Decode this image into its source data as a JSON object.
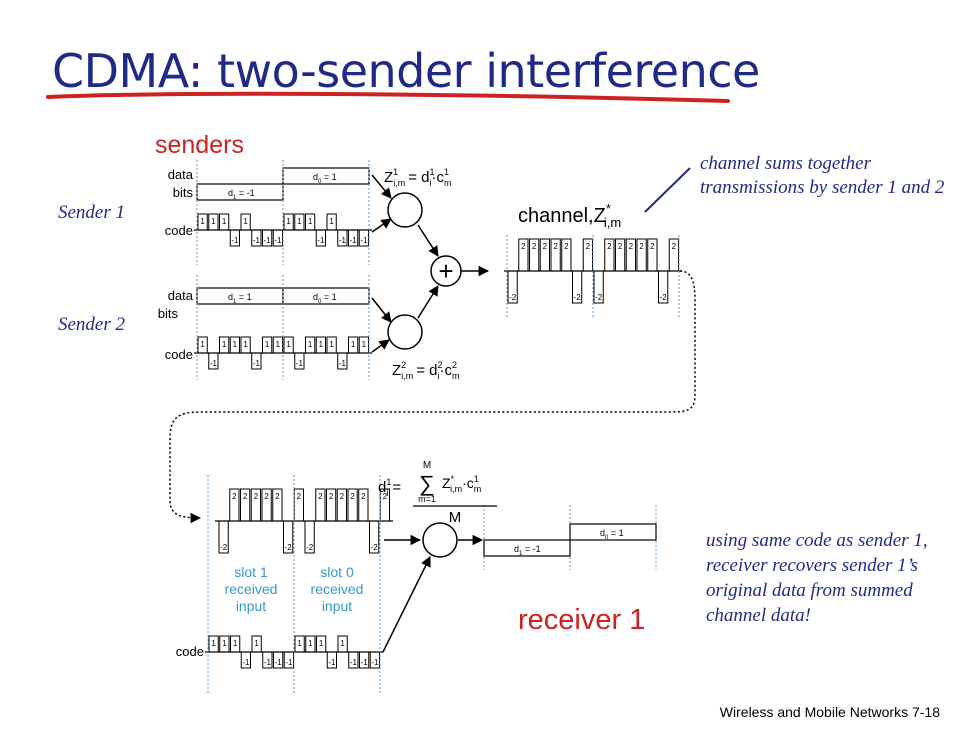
{
  "title": "CDMA: two-sender interference",
  "colors": {
    "title": "#1f2a88",
    "accent": "#cc2222",
    "slot_label": "#3399cc",
    "note": "#1f2a88",
    "underline": "#cc2222"
  },
  "senders_header": "senders",
  "receiver_header": "receiver 1",
  "sender1": {
    "label": "Sender 1",
    "data_label": "data",
    "bits_label": "bits",
    "code_label": "code",
    "bits": [
      {
        "name": "d",
        "sup": "1",
        "sub": "1",
        "value": "-1",
        "level": -1
      },
      {
        "name": "d",
        "sup": "1",
        "sub": "0",
        "value": "1",
        "level": 1
      }
    ],
    "code": [
      1,
      1,
      1,
      -1,
      1,
      -1,
      -1,
      -1
    ],
    "formula": {
      "lhs_base": "Z",
      "lhs_sup": "1",
      "lhs_sub": "i,m",
      "rhs": "= d",
      "d_sup": "1",
      "d_sub": "i",
      "dot": "·c",
      "c_sup": "1",
      "c_sub": "m"
    }
  },
  "sender2": {
    "label": "Sender 2",
    "data_label": "data",
    "bits_label": "bits",
    "code_label": "code",
    "bits": [
      {
        "name": "d",
        "sup": "2",
        "sub": "1",
        "value": "1",
        "level": 1
      },
      {
        "name": "d",
        "sup": "2",
        "sub": "0",
        "value": "1",
        "level": 1
      }
    ],
    "code": [
      1,
      -1,
      1,
      1,
      1,
      -1,
      1,
      1
    ],
    "formula": {
      "lhs_base": "Z",
      "lhs_sup": "2",
      "lhs_sub": "i,m",
      "rhs": "= d",
      "d_sup": "2",
      "d_sub": "i",
      "dot": "·c",
      "c_sup": "2",
      "c_sub": "m"
    }
  },
  "plus_symbol": "+",
  "channel": {
    "label": "channel,",
    "z": "Z",
    "z_sup": "*",
    "z_sub": "i,m",
    "values": [
      -2,
      2,
      2,
      2,
      2,
      2,
      -2,
      2
    ]
  },
  "receiver": {
    "slot_labels": [
      [
        "slot 1",
        "received",
        "input"
      ],
      [
        "slot 0",
        "received",
        "input"
      ]
    ],
    "code_label": "code",
    "code": [
      1,
      1,
      1,
      -1,
      1,
      -1,
      -1,
      -1
    ],
    "formula": {
      "lhs": "d",
      "lhs_sup": "1",
      "lhs_sub": "i",
      "eq": "=",
      "sum_top": "M",
      "sum_sym": "∑",
      "sum_bottom": "m=1",
      "term": "Z",
      "term_sup": "*",
      "term_sub": "i,m",
      "dot": "·c",
      "c_sup": "1",
      "c_sub": "m",
      "denominator": "M"
    },
    "bits": [
      {
        "name": "d",
        "sup": "1",
        "sub": "1",
        "value": "-1",
        "level": -1
      },
      {
        "name": "d",
        "sup": "1",
        "sub": "0",
        "value": "1",
        "level": 1
      }
    ]
  },
  "notes": {
    "channel": "channel sums together transmissions by sender 1 and 2",
    "receiver": "using same code as sender 1, receiver recovers sender 1’s original data from summed channel data!"
  },
  "footer": "Wireless and Mobile Networks 7-18"
}
